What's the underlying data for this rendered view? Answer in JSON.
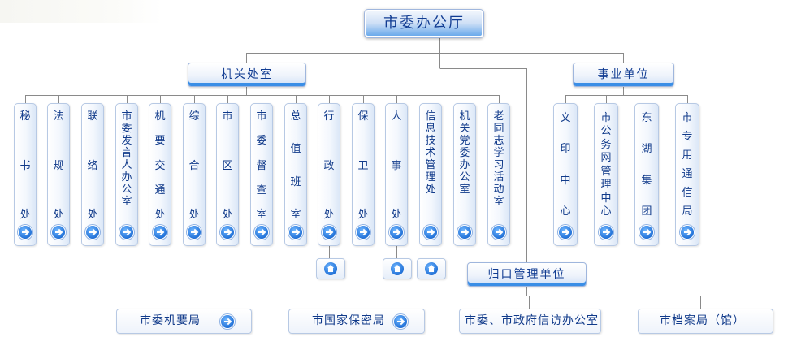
{
  "root": {
    "label": "市委办公厅"
  },
  "groups": {
    "internal": "机关处室",
    "public": "事业单位",
    "managed": "归口管理单位"
  },
  "departments": [
    {
      "name": "秘书处",
      "chars": [
        "秘",
        "书",
        "处"
      ]
    },
    {
      "name": "法规处",
      "chars": [
        "法",
        "规",
        "处"
      ]
    },
    {
      "name": "联络处",
      "chars": [
        "联",
        "络",
        "处"
      ]
    },
    {
      "name": "市委发言人办公室",
      "chars": [
        "市",
        "委",
        "发",
        "言",
        "人",
        "办",
        "公",
        "室"
      ]
    },
    {
      "name": "机要交通处",
      "chars": [
        "机",
        "要",
        "交",
        "通",
        "处"
      ]
    },
    {
      "name": "综合处",
      "chars": [
        "综",
        "合",
        "处"
      ]
    },
    {
      "name": "市区处",
      "chars": [
        "市",
        "区",
        "处"
      ]
    },
    {
      "name": "市委督查室",
      "chars": [
        "市",
        "委",
        "督",
        "查",
        "室"
      ]
    },
    {
      "name": "总值班室",
      "chars": [
        "总",
        "值",
        "班",
        "室"
      ]
    },
    {
      "name": "行政处",
      "chars": [
        "行",
        "政",
        "处"
      ]
    },
    {
      "name": "保卫处",
      "chars": [
        "保",
        "卫",
        "处"
      ]
    },
    {
      "name": "人事处",
      "chars": [
        "人",
        "事",
        "处"
      ]
    },
    {
      "name": "信息技术管理处",
      "chars": [
        "信",
        "息",
        "技",
        "术",
        "管",
        "理",
        "处"
      ]
    },
    {
      "name": "机关党委办公室",
      "chars": [
        "机",
        "关",
        "党",
        "委",
        "办",
        "公",
        "室"
      ]
    },
    {
      "name": "老同志学习活动室",
      "chars": [
        "老",
        "同",
        "志",
        "学",
        "习",
        "活",
        "动",
        "室"
      ]
    }
  ],
  "centers": [
    {
      "name": "文印中心",
      "chars": [
        "文",
        "印",
        "中",
        "心"
      ]
    },
    {
      "name": "市公务网管理中心",
      "chars": [
        "市",
        "公",
        "务",
        "网",
        "管",
        "理",
        "中",
        "心"
      ]
    },
    {
      "name": "东湖集团",
      "chars": [
        "东",
        "湖",
        "集",
        "团"
      ]
    },
    {
      "name": "市专用通信局",
      "chars": [
        "市",
        "专",
        "用",
        "通",
        "信",
        "局"
      ]
    }
  ],
  "managed_units": [
    {
      "label": "市委机要局",
      "icon": "arrow-right-icon"
    },
    {
      "label": "市国家保密局",
      "icon": "arrow-right-icon"
    },
    {
      "label": "市委、市政府信访办公室"
    },
    {
      "label": "市档案局（馆）"
    }
  ],
  "icons": {
    "arrow": "arrow-right-icon",
    "home": "home-icon"
  },
  "colors": {
    "accent": "#2f86e6",
    "text": "#103a8a",
    "line": "#8a8a8a",
    "border": "#b7c9e4"
  }
}
